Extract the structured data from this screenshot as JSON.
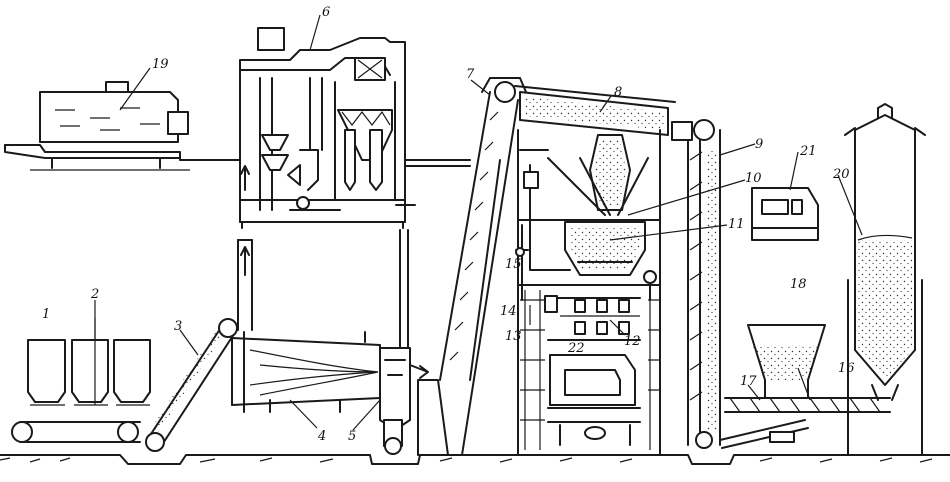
{
  "diagram": {
    "colors": {
      "ink": "#1a1a1a",
      "paper": "#ffffff",
      "fill_dots": "#333333"
    },
    "callouts": [
      {
        "id": "1",
        "text": "1"
      },
      {
        "id": "2",
        "text": "2"
      },
      {
        "id": "3",
        "text": "3"
      },
      {
        "id": "4",
        "text": "4"
      },
      {
        "id": "5",
        "text": "5"
      },
      {
        "id": "6",
        "text": "6"
      },
      {
        "id": "7",
        "text": "7"
      },
      {
        "id": "8",
        "text": "8"
      },
      {
        "id": "9",
        "text": "9"
      },
      {
        "id": "10",
        "text": "10"
      },
      {
        "id": "11",
        "text": "11"
      },
      {
        "id": "12",
        "text": "12"
      },
      {
        "id": "13",
        "text": "13"
      },
      {
        "id": "14",
        "text": "14"
      },
      {
        "id": "15",
        "text": "15"
      },
      {
        "id": "16",
        "text": "16"
      },
      {
        "id": "17",
        "text": "17"
      },
      {
        "id": "18",
        "text": "18"
      },
      {
        "id": "19",
        "text": "19"
      },
      {
        "id": "20",
        "text": "20"
      },
      {
        "id": "21",
        "text": "21"
      },
      {
        "id": "22",
        "text": "22"
      }
    ]
  }
}
